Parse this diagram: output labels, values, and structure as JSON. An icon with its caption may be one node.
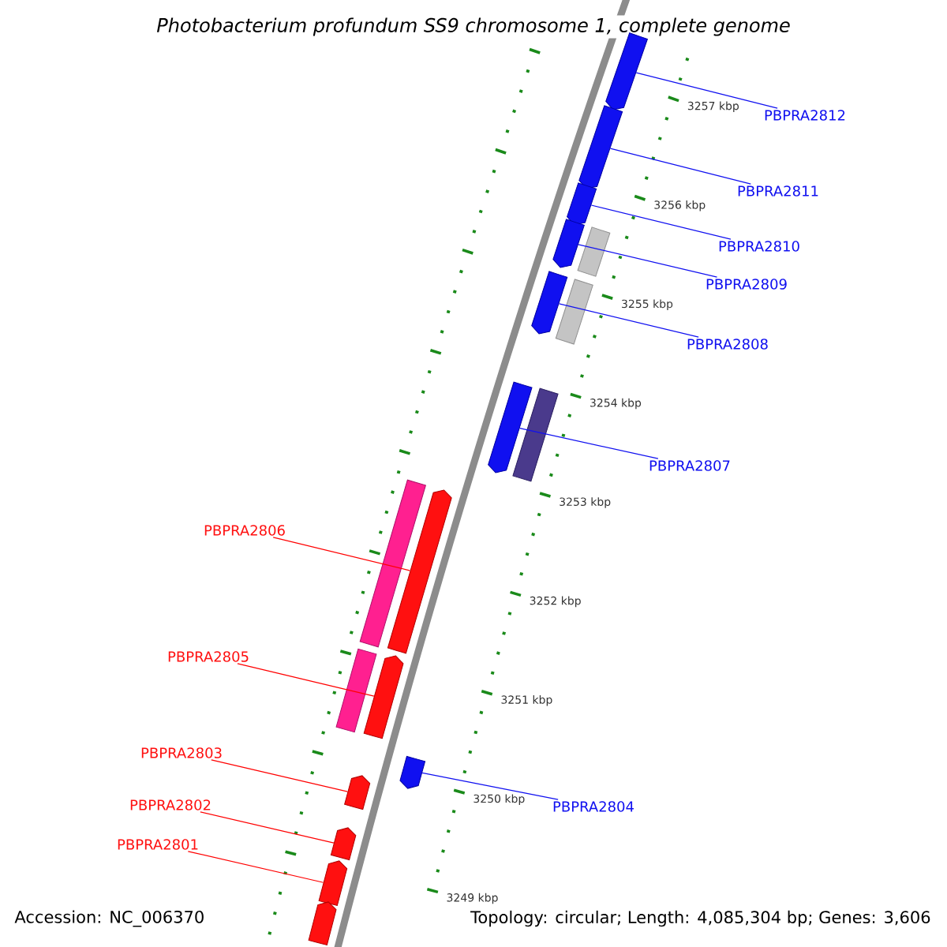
{
  "diagram": {
    "title": "Photobacterium profundum SS9 chromosome 1, complete genome",
    "nodes": [
      {
        "text": [
          "PBPRA2812"
        ]
      },
      {
        "text": [
          "PBPRA2811"
        ]
      },
      {
        "text": [
          "PBPRA2810"
        ]
      },
      {
        "text": [
          "PBPRA2809"
        ]
      },
      {
        "text": [
          "PBPRA2808"
        ]
      },
      {
        "text": [
          "PBPRA2807"
        ]
      },
      {
        "text": [
          "PBPRA2806"
        ]
      },
      {
        "text": [
          "PBPRA2805"
        ]
      },
      {
        "text": [
          "PBPRA2803"
        ]
      },
      {
        "text": [
          "PBPRA2802"
        ]
      },
      {
        "text": [
          "PBPRA2804"
        ]
      },
      {
        "text": [
          "PBPRA2801"
        ]
      },
      {
        "text": [],
        "shape": "pentagon"
      },
      {
        "text": [],
        "shape": "pentagon"
      },
      {
        "text": [],
        "shape": "pentagon"
      },
      {
        "text": [],
        "shape": "pentagon"
      },
      {
        "text": [],
        "shape": "bar"
      },
      {
        "text": [],
        "shape": "pentagon"
      },
      {
        "text": [],
        "shape": "bar"
      },
      {
        "text": [],
        "shape": "pentagon"
      },
      {
        "text": [],
        "shape": "bar"
      },
      {
        "text": [],
        "shape": "bar"
      },
      {
        "text": [],
        "shape": "pentagon"
      },
      {
        "text": [],
        "shape": "bar"
      },
      {
        "text": [],
        "shape": "pentagon"
      },
      {
        "text": [],
        "shape": "pentagon"
      },
      {
        "text": [],
        "shape": "pentagon"
      },
      {
        "text": [],
        "shape": "pentagon"
      },
      {
        "text": [],
        "shape": "pentagon"
      },
      {
        "text": [],
        "shape": "pentagon"
      }
    ],
    "edges": [
      {
        "from": 0,
        "to": 12,
        "arrow": "none"
      },
      {
        "from": 1,
        "to": 13,
        "arrow": "none"
      },
      {
        "from": 2,
        "to": 14,
        "arrow": "none"
      },
      {
        "from": 3,
        "to": 15,
        "arrow": "none"
      },
      {
        "from": 4,
        "to": 17,
        "arrow": "none"
      },
      {
        "from": 5,
        "to": 19,
        "arrow": "none"
      },
      {
        "from": 6,
        "to": 22,
        "arrow": "none",
        "color": "#ff0000"
      },
      {
        "from": 7,
        "to": 24,
        "arrow": "none",
        "color": "#ff0000"
      },
      {
        "from": 8,
        "to": 26,
        "arrow": "none",
        "color": "#ff0000"
      },
      {
        "from": 9,
        "to": 27,
        "arrow": "none",
        "color": "#ff0000"
      },
      {
        "from": 10,
        "to": 25,
        "arrow": "none"
      },
      {
        "from": 11,
        "to": 28,
        "arrow": "none",
        "color": "#ff0000"
      }
    ],
    "labels": [
      "3257 kbp",
      "3256 kbp",
      "3255 kbp",
      "3254 kbp",
      "3253 kbp",
      "3252 kbp",
      "3251 kbp",
      "3250 kbp",
      "3249 kbp",
      "Accession: NC_006370",
      "Topology: circular; Length: 4,085,304 bp; Genes: 3,606"
    ]
  }
}
